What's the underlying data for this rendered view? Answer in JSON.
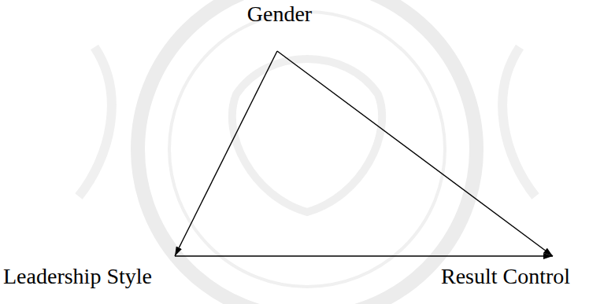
{
  "diagram": {
    "nodes": [
      {
        "text": [
          "Gender"
        ]
      },
      {
        "text": [
          "Leadership Style"
        ]
      },
      {
        "text": [
          "Result Control"
        ]
      }
    ],
    "edges": [
      {
        "from": 0,
        "to": 1,
        "arrow": "to"
      },
      {
        "from": 0,
        "to": 2,
        "arrow": "to"
      },
      {
        "from": 1,
        "to": 2,
        "arrow": "to"
      }
    ]
  }
}
